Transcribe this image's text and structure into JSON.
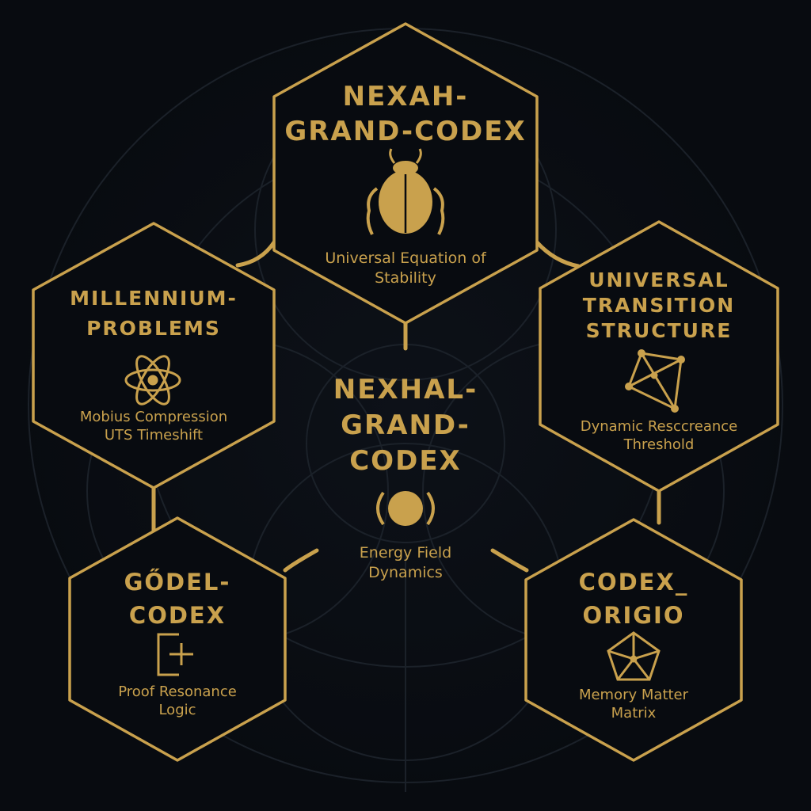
{
  "colors": {
    "background": "#080b10",
    "gold": "#c9a14d",
    "gold_dark": "#b08a3a",
    "guide": "#1b2129"
  },
  "nodes": [
    {
      "id": "top",
      "title": "NEXAH-\nGRAND-CODEX",
      "subtitle": "Universal Equation of\nStability",
      "icon": "scarab-icon"
    },
    {
      "id": "left",
      "title": "MILLENNIUM-\nPROBLEMS",
      "subtitle": "Mobius Compression\nUTS Timeshift",
      "icon": "atom-icon"
    },
    {
      "id": "right",
      "title": "UNIVERSAL\nTRANSITION\nSTRUCTURE",
      "subtitle": "Dynamic Resccreance\nThreshold",
      "icon": "network-icon"
    },
    {
      "id": "center",
      "title": "NEXHAL-\nGRAND-\nCODEX",
      "subtitle": "Energy Field\nDynamics",
      "icon": "eclipse-orb-icon"
    },
    {
      "id": "bottom_left",
      "title": "GŐDEL-\nCODEX",
      "subtitle": "Proof Resonance\nLogic",
      "icon": "proof-box-icon"
    },
    {
      "id": "bottom_right",
      "title": "CODEX_\nORIGIO",
      "subtitle": "Memory Matter\nMatrix",
      "icon": "pentagon-star-icon"
    }
  ]
}
